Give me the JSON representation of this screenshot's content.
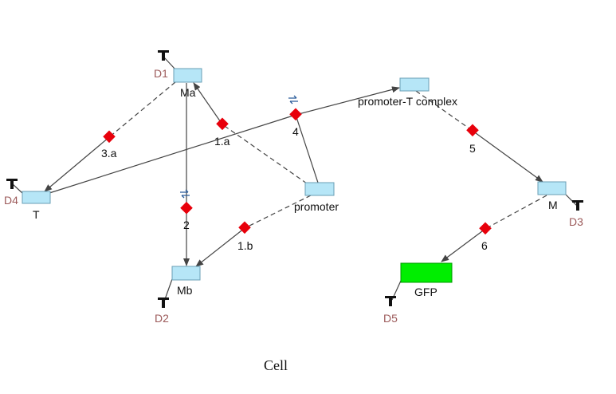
{
  "colors": {
    "species_fill": "#b6e6f7",
    "species_stroke": "#6a9fb5",
    "gfp_fill": "#00ee00",
    "reaction_node": "#e8000b",
    "edge": "#444444",
    "degradation": "#111111",
    "degradation_label": "#9c5a5a",
    "reversible_icon": "#2a5c9a"
  },
  "species": {
    "Ma": {
      "label": "Ma"
    },
    "Mb": {
      "label": "Mb"
    },
    "T": {
      "label": "T"
    },
    "promoter": {
      "label": "promoter"
    },
    "complex": {
      "label": "promoter-T complex"
    },
    "M": {
      "label": "M"
    },
    "GFP": {
      "label": "GFP"
    }
  },
  "reactions": {
    "r1a": {
      "label": "1.a"
    },
    "r1b": {
      "label": "1.b"
    },
    "r2": {
      "label": "2",
      "reversible": true
    },
    "r3a": {
      "label": "3.a"
    },
    "r4": {
      "label": "4",
      "reversible": true
    },
    "r5": {
      "label": "5"
    },
    "r6": {
      "label": "6"
    }
  },
  "degradations": {
    "D1": {
      "label": "D1",
      "icon": "degradation-icon"
    },
    "D2": {
      "label": "D2",
      "icon": "degradation-icon"
    },
    "D3": {
      "label": "D3",
      "icon": "degradation-icon"
    },
    "D4": {
      "label": "D4",
      "icon": "degradation-icon"
    },
    "D5": {
      "label": "D5",
      "icon": "degradation-icon"
    }
  },
  "compartment": {
    "label": "Cell"
  }
}
